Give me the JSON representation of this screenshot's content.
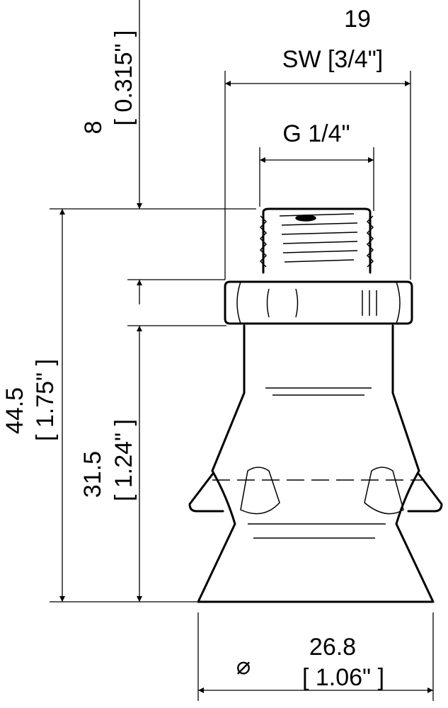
{
  "dimensions": {
    "wrench_size": {
      "value": "19",
      "label": "SW [3/4\"]"
    },
    "thread": {
      "label": "G 1/4\""
    },
    "thread_length": {
      "value": "8",
      "imperial": "[ 0.315\" ]"
    },
    "overall_height": {
      "value": "44.5",
      "imperial": "[ 1.75\" ]"
    },
    "body_height": {
      "value": "31.5",
      "imperial": "[ 1.24\" ]"
    },
    "diameter": {
      "symbol": "⌀",
      "value": "26.8",
      "imperial": "[ 1.06\" ]"
    }
  },
  "colors": {
    "line": "#000000",
    "background": "#ffffff"
  }
}
